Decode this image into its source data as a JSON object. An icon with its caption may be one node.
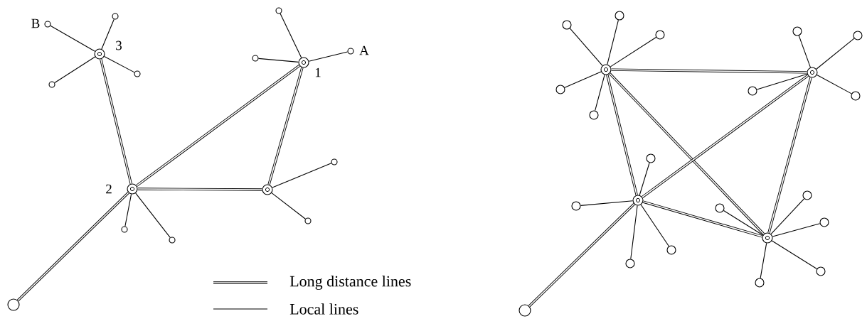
{
  "diagram": {
    "nodes": [
      {
        "text": [],
        "shape": "bullseye",
        "beside": [
          "3"
        ]
      },
      {
        "text": [],
        "shape": "circle",
        "beside": [
          "B"
        ]
      },
      {
        "text": [],
        "shape": "circle"
      },
      {
        "text": [],
        "shape": "circle"
      },
      {
        "text": [],
        "shape": "circle"
      },
      {
        "text": [],
        "shape": "bullseye",
        "beside": [
          "1"
        ]
      },
      {
        "text": [],
        "shape": "circle"
      },
      {
        "text": [],
        "shape": "circle"
      },
      {
        "text": [],
        "shape": "circle",
        "beside": [
          "A"
        ]
      },
      {
        "text": [],
        "shape": "bullseye",
        "beside": [
          "2"
        ]
      },
      {
        "text": [],
        "shape": "bullseye"
      },
      {
        "text": [],
        "shape": "circle"
      },
      {
        "text": [],
        "shape": "circle"
      },
      {
        "text": [],
        "shape": "circle"
      },
      {
        "text": [],
        "shape": "circle"
      },
      {
        "text": [],
        "shape": "circle"
      },
      {
        "text": [],
        "shape": "bullseye"
      },
      {
        "text": [],
        "shape": "circle"
      },
      {
        "text": [],
        "shape": "circle"
      },
      {
        "text": [],
        "shape": "circle"
      },
      {
        "text": [],
        "shape": "circle"
      },
      {
        "text": [],
        "shape": "circle"
      },
      {
        "text": [],
        "shape": "bullseye"
      },
      {
        "text": [],
        "shape": "circle"
      },
      {
        "text": [],
        "shape": "circle"
      },
      {
        "text": [],
        "shape": "circle"
      },
      {
        "text": [],
        "shape": "circle"
      },
      {
        "text": [],
        "shape": "bullseye"
      },
      {
        "text": [],
        "shape": "circle"
      },
      {
        "text": [],
        "shape": "circle"
      },
      {
        "text": [],
        "shape": "circle"
      },
      {
        "text": [],
        "shape": "circle"
      },
      {
        "text": [],
        "shape": "bullseye"
      },
      {
        "text": [],
        "shape": "circle"
      },
      {
        "text": [],
        "shape": "circle"
      },
      {
        "text": [],
        "shape": "circle"
      },
      {
        "text": [],
        "shape": "circle"
      },
      {
        "text": [],
        "shape": "circle"
      },
      {
        "text": [],
        "shape": "circle"
      }
    ],
    "edges": [
      {
        "from": 0,
        "to": 1,
        "arrow": "none"
      },
      {
        "from": 0,
        "to": 2,
        "arrow": "none"
      },
      {
        "from": 0,
        "to": 3,
        "arrow": "none"
      },
      {
        "from": 0,
        "to": 4,
        "arrow": "none"
      },
      {
        "from": 5,
        "to": 6,
        "arrow": "none"
      },
      {
        "from": 5,
        "to": 7,
        "arrow": "none"
      },
      {
        "from": 5,
        "to": 8,
        "arrow": "none"
      },
      {
        "from": 9,
        "to": 13,
        "arrow": "none"
      },
      {
        "from": 9,
        "to": 14,
        "arrow": "none"
      },
      {
        "from": 10,
        "to": 11,
        "arrow": "none"
      },
      {
        "from": 10,
        "to": 12,
        "arrow": "none"
      },
      {
        "from": 0,
        "to": 9,
        "arrow": "none",
        "style": "thick"
      },
      {
        "from": 9,
        "to": 5,
        "arrow": "none",
        "style": "thick"
      },
      {
        "from": 5,
        "to": 10,
        "arrow": "none",
        "style": "thick"
      },
      {
        "from": 9,
        "to": 10,
        "arrow": "none",
        "style": "thick"
      },
      {
        "from": 9,
        "to": 15,
        "arrow": "none",
        "style": "thick"
      },
      {
        "from": 16,
        "to": 17,
        "arrow": "none"
      },
      {
        "from": 16,
        "to": 18,
        "arrow": "none"
      },
      {
        "from": 16,
        "to": 19,
        "arrow": "none"
      },
      {
        "from": 16,
        "to": 20,
        "arrow": "none"
      },
      {
        "from": 16,
        "to": 21,
        "arrow": "none"
      },
      {
        "from": 22,
        "to": 23,
        "arrow": "none"
      },
      {
        "from": 22,
        "to": 24,
        "arrow": "none"
      },
      {
        "from": 22,
        "to": 25,
        "arrow": "none"
      },
      {
        "from": 22,
        "to": 26,
        "arrow": "none"
      },
      {
        "from": 27,
        "to": 28,
        "arrow": "none"
      },
      {
        "from": 27,
        "to": 29,
        "arrow": "none"
      },
      {
        "from": 27,
        "to": 30,
        "arrow": "none"
      },
      {
        "from": 27,
        "to": 31,
        "arrow": "none"
      },
      {
        "from": 32,
        "to": 33,
        "arrow": "none"
      },
      {
        "from": 32,
        "to": 34,
        "arrow": "none"
      },
      {
        "from": 32,
        "to": 35,
        "arrow": "none"
      },
      {
        "from": 32,
        "to": 36,
        "arrow": "none"
      },
      {
        "from": 32,
        "to": 37,
        "arrow": "none"
      },
      {
        "from": 16,
        "to": 22,
        "arrow": "none",
        "style": "thick"
      },
      {
        "from": 16,
        "to": 27,
        "arrow": "none",
        "style": "thick"
      },
      {
        "from": 16,
        "to": 32,
        "arrow": "none",
        "style": "thick"
      },
      {
        "from": 22,
        "to": 27,
        "arrow": "none",
        "style": "thick"
      },
      {
        "from": 22,
        "to": 32,
        "arrow": "none",
        "style": "thick"
      },
      {
        "from": 27,
        "to": 32,
        "arrow": "none",
        "style": "thick"
      },
      {
        "from": 27,
        "to": 38,
        "arrow": "none",
        "style": "thick"
      }
    ],
    "legend": [
      {
        "text": "Long distance lines"
      },
      {
        "text": "Local lines"
      }
    ]
  }
}
